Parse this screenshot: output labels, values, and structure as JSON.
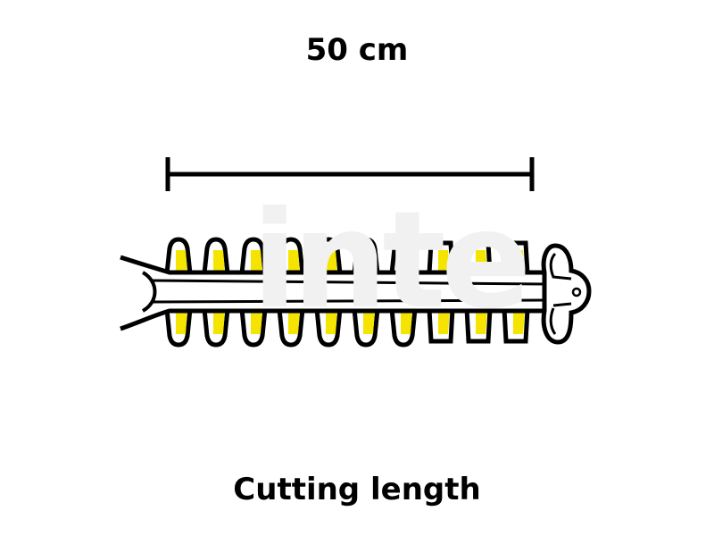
{
  "measurement": "50 cm",
  "caption": "Cutting length",
  "watermark": "inte",
  "colors": {
    "accent": "#f5e400",
    "outline": "#000000"
  }
}
